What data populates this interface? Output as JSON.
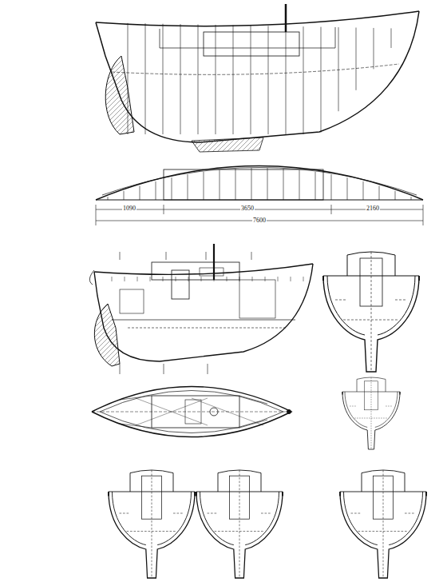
{
  "diagram": {
    "labels": [
      "1090",
      "3650",
      "2160",
      "7600"
    ]
  }
}
